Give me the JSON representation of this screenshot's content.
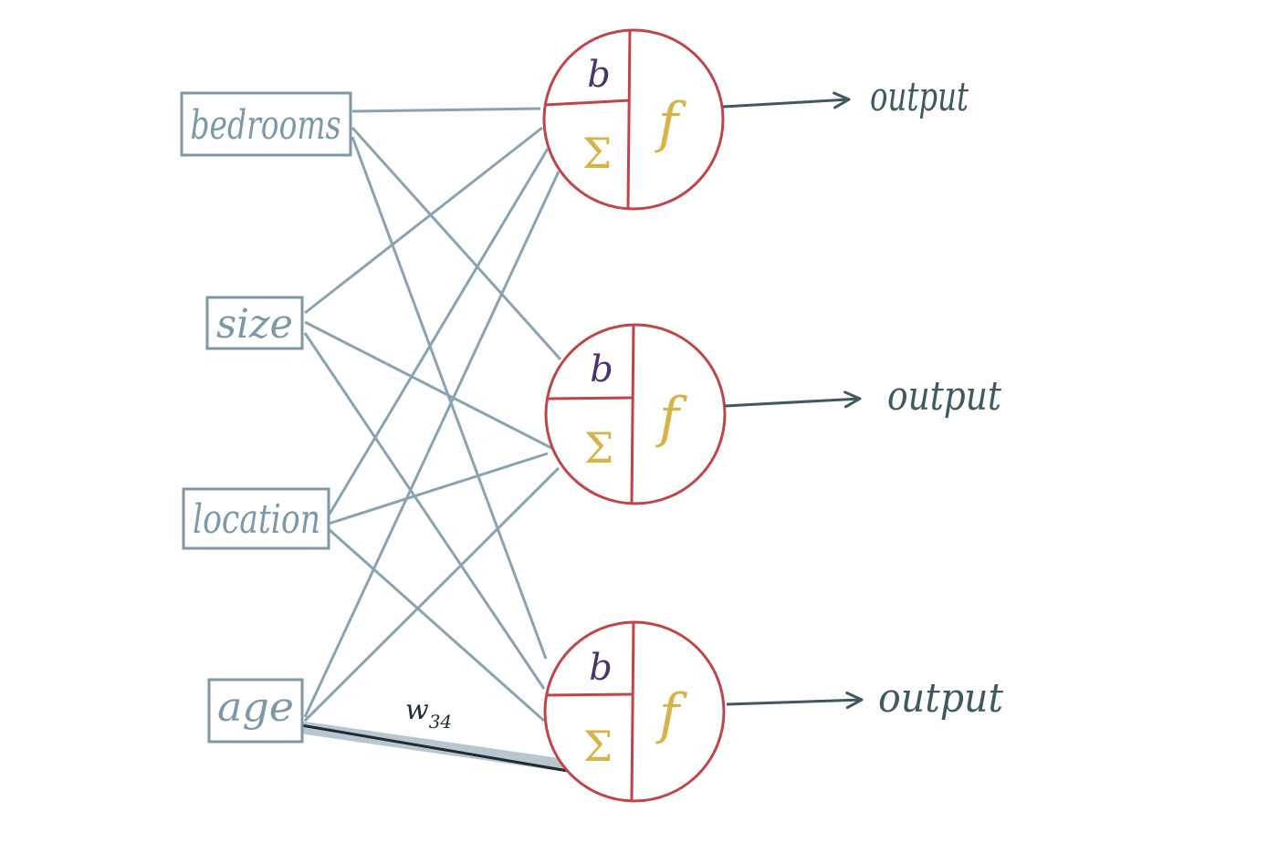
{
  "inputs": [
    {
      "label": "bedrooms"
    },
    {
      "label": "size"
    },
    {
      "label": "location"
    },
    {
      "label": "age"
    }
  ],
  "neurons": [
    {
      "bias": "b",
      "sum": "Σ",
      "activation": "f",
      "output": "output"
    },
    {
      "bias": "b",
      "sum": "Σ",
      "activation": "f",
      "output": "output"
    },
    {
      "bias": "b",
      "sum": "Σ",
      "activation": "f",
      "output": "output"
    }
  ],
  "highlighted_weight": {
    "label": "w",
    "subscript": "34"
  },
  "colors": {
    "input": "#7d98a6",
    "edge": "#8aa3b0",
    "neuron": "#c0454a",
    "bias": "#4a3569",
    "sum_activation": "#d6b447",
    "output": "#3f5a5e",
    "highlight": "#1f2b2e",
    "highlight_glow": "#b8c6cf"
  }
}
